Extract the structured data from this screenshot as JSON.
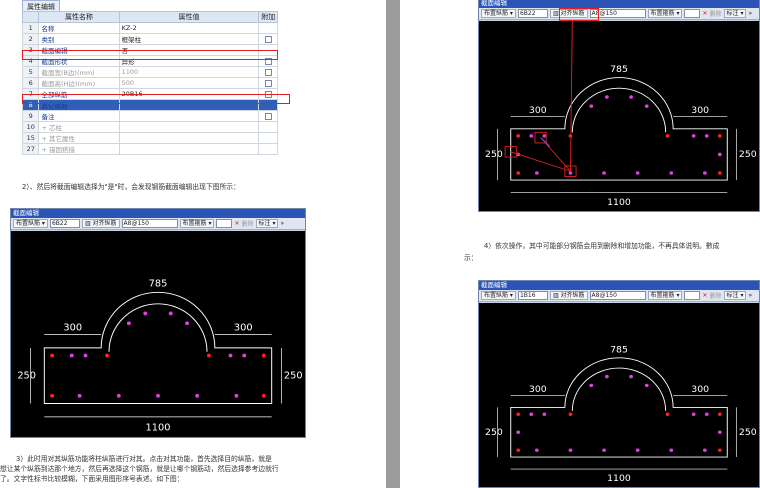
{
  "property_grid": {
    "tab": "属性编辑",
    "headers": [
      "属性名称",
      "属性值",
      "附加"
    ],
    "rows": [
      {
        "idx": "1",
        "name": "名称",
        "value": "KZ-2",
        "check": false
      },
      {
        "idx": "2",
        "name": "类别",
        "value": "框架柱",
        "check": true
      },
      {
        "idx": "3",
        "name": "截面编辑",
        "value": "否",
        "check": false
      },
      {
        "idx": "4",
        "name": "截面形状",
        "value": "异形",
        "check": true
      },
      {
        "idx": "5",
        "name": "截面宽(B边)(mm)",
        "value": "1100",
        "check": true
      },
      {
        "idx": "6",
        "name": "截面高(H边)(mm)",
        "value": "500",
        "check": true
      },
      {
        "idx": "7",
        "name": "全部纵筋",
        "value": "20B16",
        "check": true
      },
      {
        "idx": "8",
        "name": "其它箍筋",
        "value": "",
        "check": false
      },
      {
        "idx": "9",
        "name": "备注",
        "value": "",
        "check": true
      },
      {
        "idx": "10",
        "name": "+ 芯柱",
        "value": "",
        "check": false
      },
      {
        "idx": "15",
        "name": "+ 其它属性",
        "value": "",
        "check": false
      },
      {
        "idx": "27",
        "name": "+ 锚固搭接",
        "value": "",
        "check": false
      }
    ]
  },
  "text": {
    "para2": "2）、然后将截面编辑选择为\"是\"时，会发现钢筋截面编辑出现下图所示：",
    "para3a": "3）此时用对其纵筋功能将柱纵筋进行对其。点击对其功能，首先选择目的纵筋，就是",
    "para3b": "想让某个纵筋到达那个地方，然后再选择这个钢筋，就是让哪个钢筋动，然后选择参考边就行",
    "para3c": "了。文字性标书比较模糊，下面采用图形序号表述。如下图：",
    "para4a": "4）依次操作，其中可能部分钢筋会用到删除和增加功能，不再具体说明。數成",
    "para4b": "示："
  },
  "editor": {
    "title": "截面编辑",
    "layout_label": "布置纵筋",
    "rebar_value": "6B22",
    "rebar_value_alt": "1B16",
    "align_label": "对齐纵筋",
    "stirrup_value": "A8@150",
    "stirrup_label": "布置箍筋",
    "delete_label": "删除",
    "mark_label": "标注",
    "more": "»"
  },
  "dims": {
    "arc": "785",
    "left": "300",
    "right": "300",
    "height": "250",
    "width": "1100"
  },
  "colors": {
    "outline": "#ffffff",
    "corner_bar": "#ff2020",
    "side_bar": "#e040e0",
    "annotation": "#e02020",
    "canvas": "#000000"
  }
}
